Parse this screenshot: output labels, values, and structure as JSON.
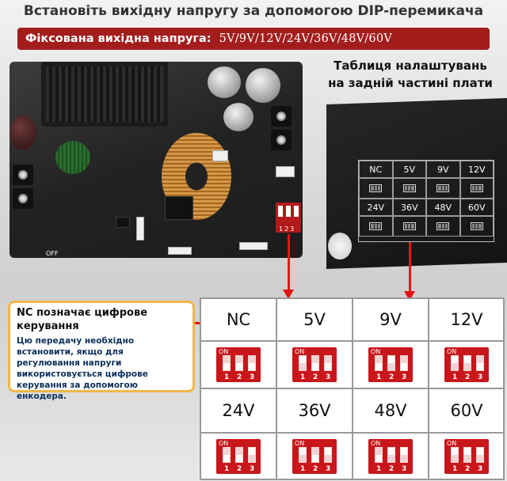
{
  "headline": "Встановіть вихідну напругу за допомогою DIP-перемикача",
  "banner": {
    "label": "Фіксована вихідна напруга:",
    "values": "5V/9V/12V/24V/36V/48V/60V",
    "color": "#a31d1d"
  },
  "board": {
    "off_label": "OFF",
    "dip_digits": "123"
  },
  "rear": {
    "title_line1": "Таблиця налаштувань",
    "title_line2": "на задній частині плати",
    "cells": [
      "NC",
      "5V",
      "9V",
      "12V",
      "24V",
      "36V",
      "48V",
      "60V"
    ],
    "on_label": "ON"
  },
  "note": {
    "title": "NC позначає цифрове керування",
    "text": "Цю передачу необхідно встановити, якщо для регулювання напруги використовується цифрове керування за допомогою енкодера.",
    "border_color": "#f1b64a"
  },
  "settings": {
    "on_label": "ON",
    "switch_numbers": [
      "1",
      "2",
      "3"
    ],
    "rows": [
      [
        {
          "label": "NC",
          "switches": [
            false,
            false,
            false
          ]
        },
        {
          "label": "5V",
          "switches": [
            true,
            false,
            false
          ]
        },
        {
          "label": "9V",
          "switches": [
            false,
            true,
            false
          ]
        },
        {
          "label": "12V",
          "switches": [
            true,
            true,
            false
          ]
        }
      ],
      [
        {
          "label": "24V",
          "switches": [
            false,
            false,
            true
          ]
        },
        {
          "label": "36V",
          "switches": [
            true,
            false,
            true
          ]
        },
        {
          "label": "48V",
          "switches": [
            false,
            true,
            true
          ]
        },
        {
          "label": "60V",
          "switches": [
            true,
            true,
            true
          ]
        }
      ]
    ],
    "accent_color": "#c8161b"
  },
  "arrow_color": "#e11111"
}
